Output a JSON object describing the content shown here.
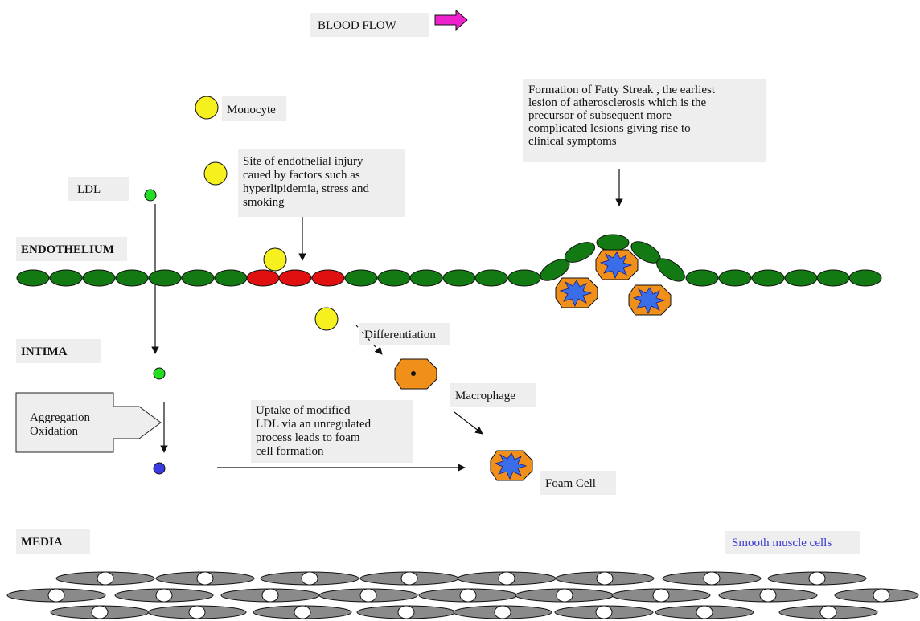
{
  "header": {
    "blood_flow": "BLOOD FLOW"
  },
  "layers": {
    "endothelium": "ENDOTHELIUM",
    "intima": "INTIMA",
    "media": "MEDIA"
  },
  "labels": {
    "ldl": "LDL",
    "monocyte": "Monocyte",
    "injury": [
      "Site of endothelial injury",
      "caued by factors such as",
      "hyperlipidemia, stress  and",
      "smoking"
    ],
    "fatty_streak": [
      "Formation  of Fatty Streak , the earliest",
      "lesion of atherosclerosis which is the",
      "precursor of subsequent more",
      "complicated lesions giving rise to",
      "clinical symptoms"
    ],
    "differentiation": "Differentiation",
    "macrophage": "Macrophage",
    "aggregation": [
      "Aggregation",
      "Oxidation"
    ],
    "uptake": [
      "Uptake of  modified",
      "LDL  via an unregulated",
      "process leads to foam",
      "cell formation"
    ],
    "foam_cell": "Foam Cell",
    "smooth_muscle": "Smooth muscle cells"
  },
  "colors": {
    "endothelial_cell": "#137a13",
    "injured_cell": "#e01010",
    "monocyte": "#f5f01e",
    "ldl": "#22dd22",
    "oxidized_ldl": "#3a3ae0",
    "macrophage": "#f0901a",
    "foam_lipid": "#3a6ee8",
    "smooth_muscle": "#8a8a8a",
    "flow_arrow": "#ee22cc",
    "label_box": "#eeeeee",
    "smooth_muscle_text": "#3a3ad0"
  }
}
